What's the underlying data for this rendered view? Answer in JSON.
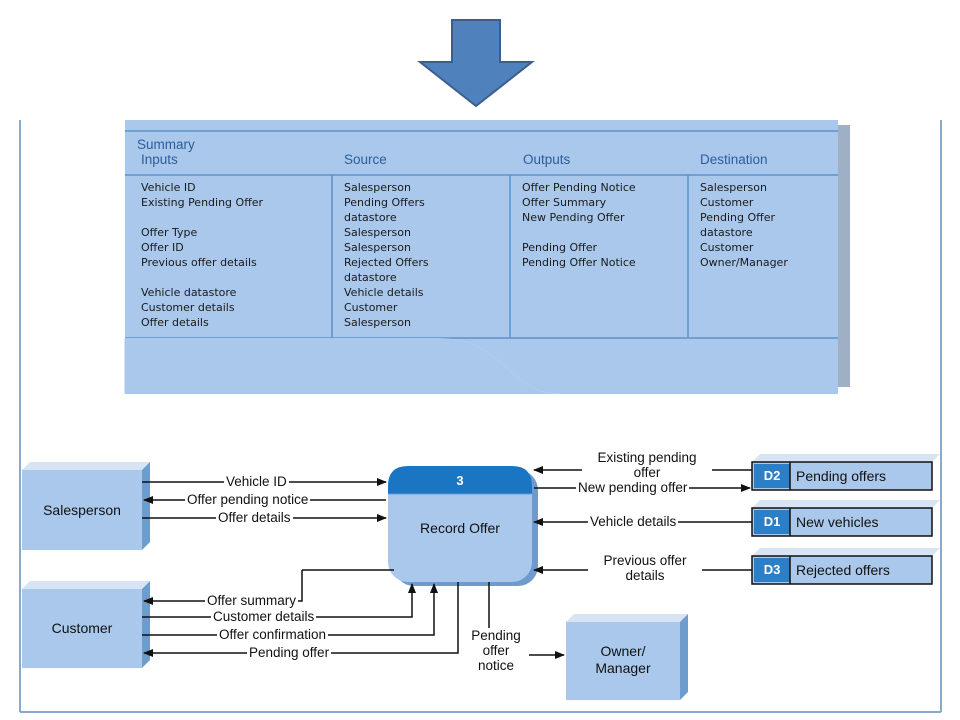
{
  "colors": {
    "arrow_fill": "#4f81bd",
    "arrow_stroke": "#3a5f8f",
    "panel_blue": "#a9c8eb",
    "panel_line": "#5b93cf",
    "entity_blue": "#a9c8eb",
    "process_header": "#1a76c2",
    "store_id_fill": "#2a7fc7",
    "frame_border": "#8aa9cf"
  },
  "summary_table": {
    "title": "Summary",
    "columns": [
      {
        "header": "Inputs",
        "items": "Vehicle ID\nExisting Pending Offer\n\nOffer Type\nOffer ID\nPrevious offer details\n\nVehicle datastore\nCustomer details\nOffer details"
      },
      {
        "header": "Source",
        "items": "Salesperson\nPending Offers\ndatastore\nSalesperson\nSalesperson\nRejected Offers\ndatastore\nVehicle details\nCustomer\nSalesperson"
      },
      {
        "header": "Outputs",
        "items": "Offer Pending Notice\nOffer Summary\nNew Pending Offer\n\nPending Offer\nPending Offer Notice"
      },
      {
        "header": "Destination",
        "items": "Salesperson\nCustomer\nPending Offer\ndatastore\nCustomer\nOwner/Manager"
      }
    ]
  },
  "diagram": {
    "process": {
      "number": "3",
      "name": "Record Offer"
    },
    "entities": {
      "salesperson": "Salesperson",
      "customer": "Customer",
      "owner_manager": "Owner/\nManager"
    },
    "stores": [
      {
        "id": "D2",
        "name": "Pending offers"
      },
      {
        "id": "D1",
        "name": "New vehicles"
      },
      {
        "id": "D3",
        "name": "Rejected offers"
      }
    ],
    "flows": {
      "vehicle_id": "Vehicle ID",
      "offer_pending_notice": "Offer pending notice",
      "offer_details": "Offer details",
      "offer_summary": "Offer summary",
      "customer_details": "Customer details",
      "offer_confirmation": "Offer confirmation",
      "pending_offer": "Pending offer",
      "pending_offer_notice": "Pending\noffer\nnotice",
      "existing_pending_offer": "Existing pending\noffer",
      "new_pending_offer": "New pending offer",
      "vehicle_details": "Vehicle details",
      "previous_offer_details": "Previous offer\ndetails"
    }
  }
}
